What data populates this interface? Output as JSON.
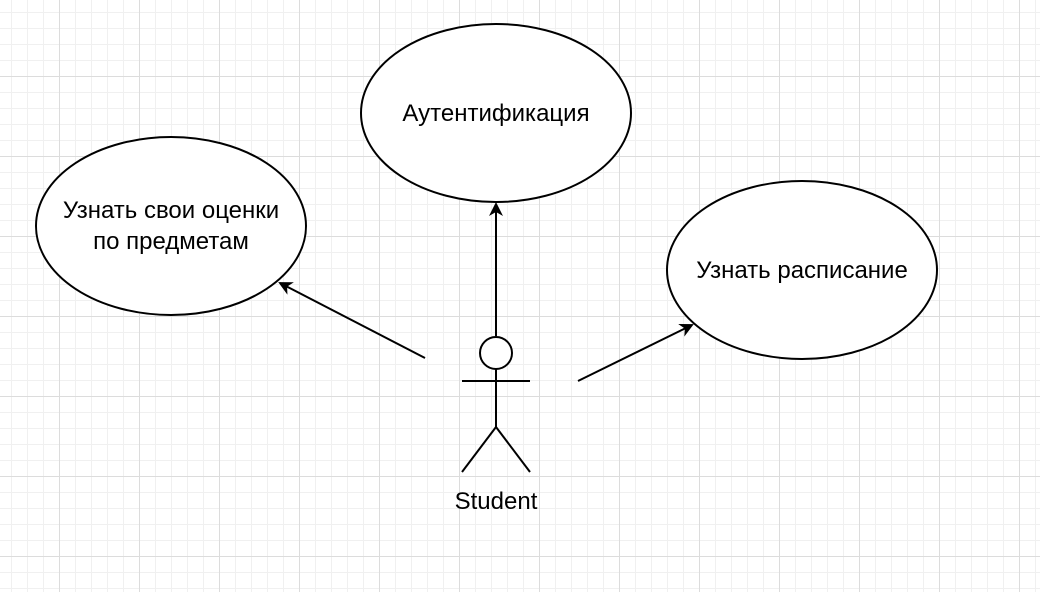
{
  "diagram": {
    "type": "use-case",
    "actor": {
      "name": "Student"
    },
    "use_cases": [
      {
        "id": "auth",
        "label": "Аутентификация"
      },
      {
        "id": "grades",
        "label_line1": "Узнать свои оценки",
        "label_line2": "по предметам"
      },
      {
        "id": "schedule",
        "label": "Узнать расписание"
      }
    ],
    "associations": [
      {
        "from": "Student",
        "to": "auth"
      },
      {
        "from": "Student",
        "to": "grades"
      },
      {
        "from": "Student",
        "to": "schedule"
      }
    ]
  }
}
